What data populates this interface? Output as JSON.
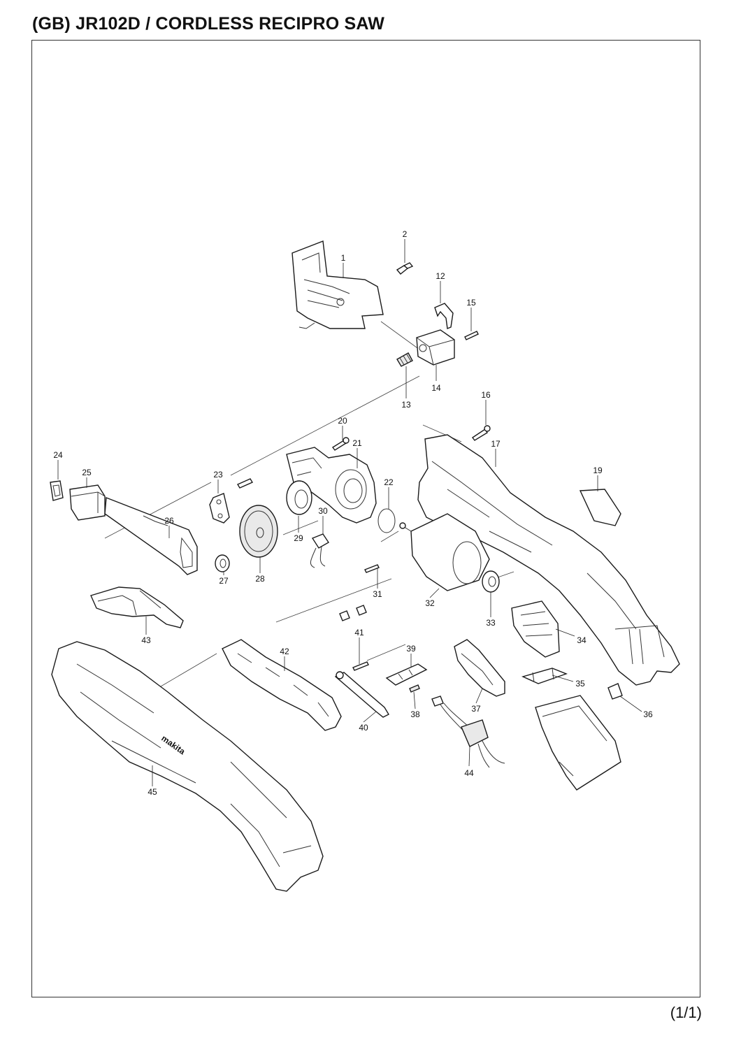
{
  "title": "(GB) JR102D / CORDLESS RECIPRO SAW",
  "page_number": "(1/1)",
  "brand_logo": "makita",
  "part_labels": [
    "1",
    "2",
    "12",
    "15",
    "14",
    "13",
    "16",
    "20",
    "21",
    "17",
    "24",
    "25",
    "23",
    "22",
    "19",
    "26",
    "30",
    "29",
    "27",
    "28",
    "31",
    "32",
    "33",
    "43",
    "34",
    "41",
    "42",
    "39",
    "35",
    "37",
    "38",
    "36",
    "40",
    "44",
    "45"
  ]
}
